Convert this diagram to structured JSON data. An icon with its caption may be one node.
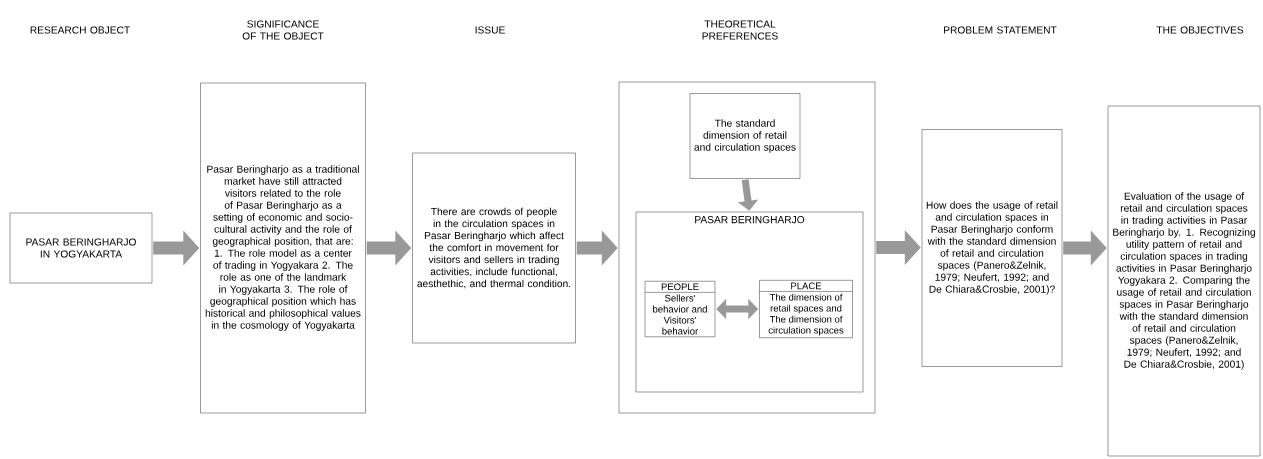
{
  "diagram": {
    "nodes": [
      {
        "text": [
          "PASAR BERINGHARJO IN YOGYAKARTA"
        ]
      },
      {
        "text": [
          "Pasar Beringharjo as a traditional market have still attracted visitors related to the role of Pasar Beringharjo as a setting of economic and socio-cultural activity and the role of geographical position, that are: 1. The role model as a center of trading in Yogyakara 2. The role as one of the landmark in Yogyakarta 3. The role of geographical position which has historical and philosophical values in the cosmology of Yogyakarta"
        ]
      },
      {
        "text": [
          "There are crowds of people in the circulation spaces in Pasar Beringharjo which affect the comfort in movement for visitors and sellers in trading activities, include functional, aesthethic, and thermal condition."
        ]
      },
      {
        "text": [],
        "shape": "box"
      },
      {
        "text": [
          "The standard dimension of retail and circulation spaces"
        ],
        "in": 3
      },
      {
        "text": [
          "PASAR BERINGHARJO"
        ],
        "in": 3
      },
      {
        "text": [
          "PEOPLE",
          "Sellers' behavior and Visitors' behavior"
        ],
        "in": 5
      },
      {
        "text": [
          "PLACE",
          "The dimension of retail spaces and The dimension of circulation spaces"
        ],
        "in": 5
      },
      {
        "text": [
          "How does the usage of retail and circulation spaces in Pasar Beringharjo conform with the standard dimension of retail and circulation spaces (Panero&Zelnik, 1979; Neufert, 1992; and De Chiara&Crosbie, 2001)?"
        ]
      },
      {
        "text": [
          "Evaluation of the usage of retail and circulation spaces in trading activities in Pasar Beringharjo by. 1. Recognizing utility pattern of retail and circulation spaces in trading activities in Pasar Beringharjo Yogyakara 2. Comparing the usage of retail and circulation spaces in Pasar Beringharjo with the standard dimension of retail and circulation spaces (Panero&Zelnik, 1979; Neufert, 1992; and De Chiara&Crosbie, 2001)"
        ]
      }
    ],
    "edges": [
      {
        "from": 0,
        "to": 1,
        "arrow": "to"
      },
      {
        "from": 1,
        "to": 2,
        "arrow": "to"
      },
      {
        "from": 2,
        "to": 3,
        "arrow": "to"
      },
      {
        "from": 4,
        "to": 5,
        "arrow": "to"
      },
      {
        "from": 6,
        "to": 7,
        "arrow": "both"
      },
      {
        "from": 3,
        "to": 8,
        "arrow": "to"
      },
      {
        "from": 8,
        "to": 9,
        "arrow": "to"
      }
    ],
    "labels": [
      "RESEARCH OBJECT",
      "SIGNIFICANCE OF THE OBJECT",
      "ISSUE",
      "THEORETICAL PREFERENCES",
      "PROBLEM STATEMENT",
      "THE OBJECTIVES"
    ]
  }
}
